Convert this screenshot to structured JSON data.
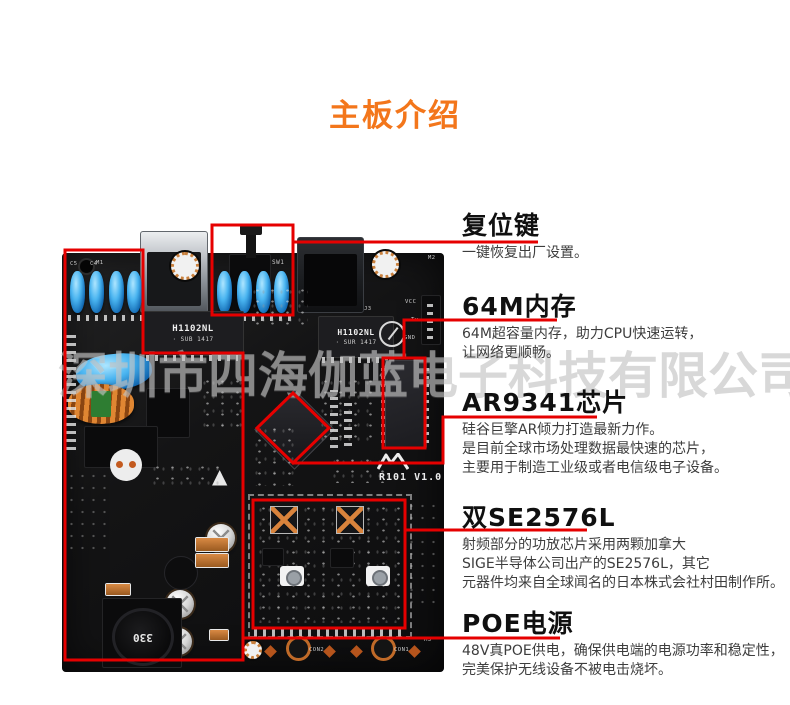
{
  "title": {
    "text": "主板介绍",
    "color": "#f3761b"
  },
  "watermark": {
    "text": "深圳市四海伽蓝电子科技有限公司"
  },
  "accent_red": "#e60000",
  "board": {
    "revision": "R101 V1.0",
    "transformer1_name": "H1102NL",
    "transformer1_code": "· SUB 1417",
    "transformer2_name": "H1102NL",
    "transformer2_code": "· SUR 1417",
    "inductor_value": "330",
    "labels": {
      "sw1": "SW1",
      "c5": "C5",
      "c4": "C4",
      "m1": "M1",
      "m2": "M2",
      "m3": "M3",
      "vcc": "VCC",
      "tx": "Tx",
      "gnd": "GND",
      "j3": "J3",
      "con1": "CON1",
      "con2": "CON2"
    }
  },
  "callouts": [
    {
      "id": "reset",
      "heading": "复位键",
      "lines": [
        "一键恢复出厂设置。"
      ]
    },
    {
      "id": "memory",
      "heading": "64M内存",
      "lines": [
        "64M超容量内存，助力CPU快速运转，",
        "让网络更顺畅。"
      ]
    },
    {
      "id": "cpu",
      "heading": "AR9341芯片",
      "lines": [
        "硅谷巨擎AR倾力打造最新力作。",
        "是目前全球市场处理数据最快速的芯片，",
        "主要用于制造工业级或者电信级电子设备。"
      ]
    },
    {
      "id": "rf",
      "heading": "双SE2576L",
      "lines": [
        "射频部分的功放芯片采用两颗加拿大",
        "SIGE半导体公司出产的SE2576L，其它",
        "元器件均来自全球闻名的日本株式会社村田制作所。"
      ]
    },
    {
      "id": "poe",
      "heading": "POE电源",
      "lines": [
        "48V真POE供电，确保供电端的电源功率和稳定性，",
        "完美保护无线设备不被电击烧坏。"
      ]
    }
  ]
}
